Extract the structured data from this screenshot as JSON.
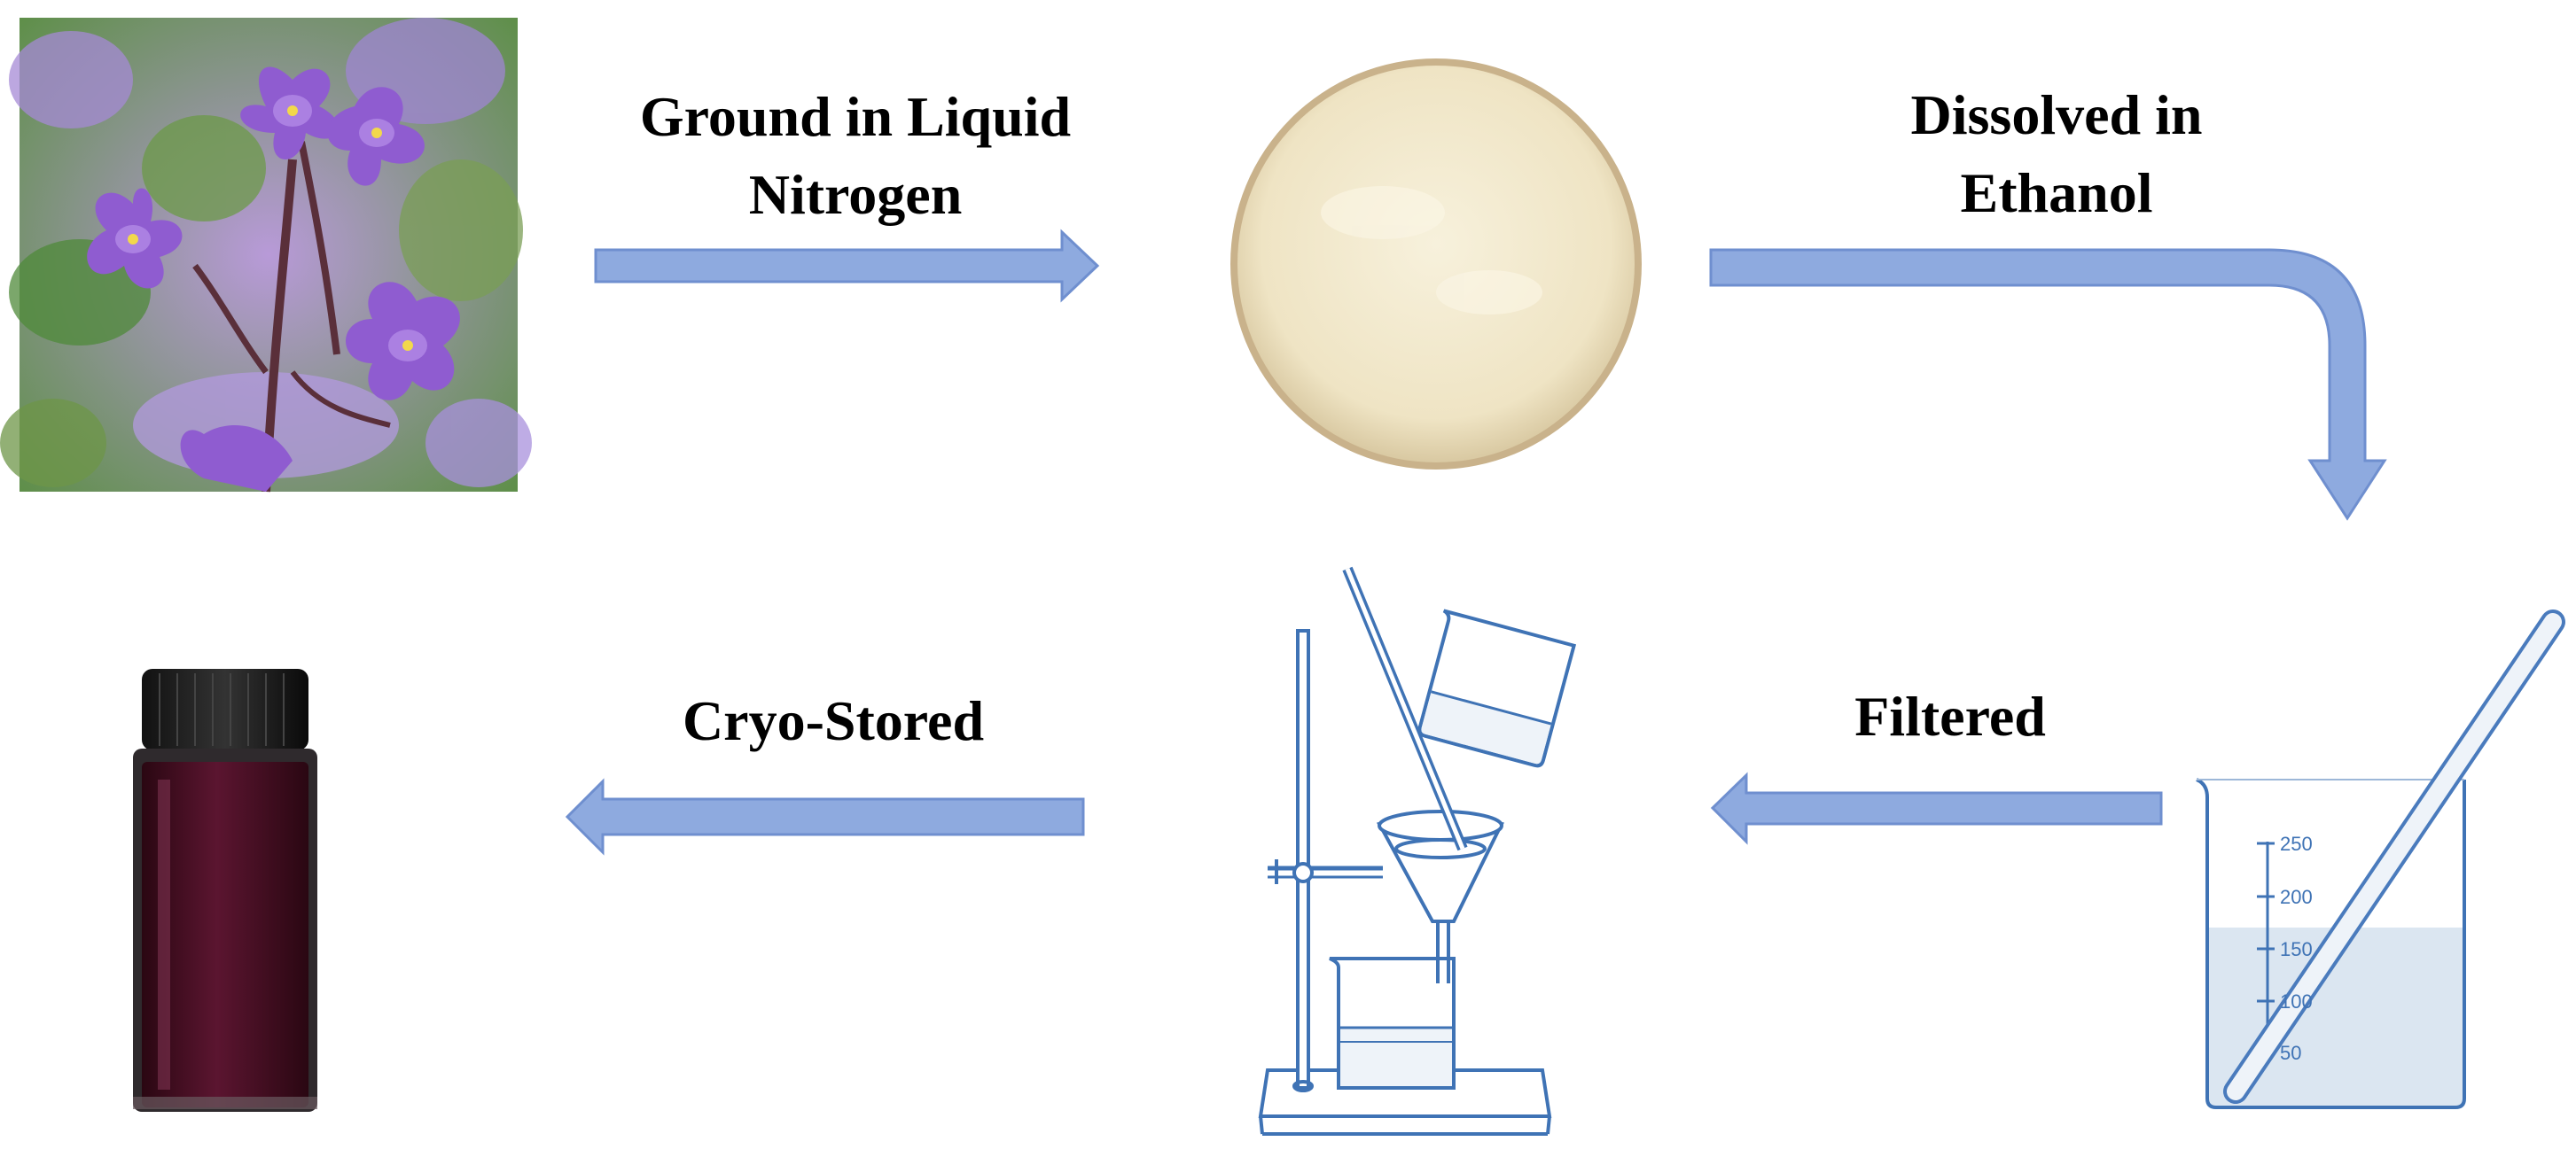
{
  "steps": [
    {
      "label_line1": "Ground in Liquid",
      "label_line2": "Nitrogen"
    },
    {
      "label_line1": "Dissolved in",
      "label_line2": "Ethanol"
    },
    {
      "label_line1": "Filtered"
    },
    {
      "label_line1": "Cryo-Stored"
    }
  ],
  "beaker_scale": [
    "250",
    "200",
    "150",
    "100",
    "50"
  ],
  "colors": {
    "arrow_fill": "#8eaadf",
    "arrow_stroke": "#6f8fcf",
    "sketch_line": "#3f73b5",
    "beaker_liquid": "#dbe6f1",
    "powder": "#f3ecd3",
    "vial_liquid": "#4a0f24",
    "flower_petal": "#9462d4",
    "foliage": "#3f7a2f"
  },
  "icons": [
    "flower-photo",
    "powder-dish-photo",
    "beaker-with-stirring-rod",
    "filtration-apparatus",
    "sample-vial-photo"
  ]
}
